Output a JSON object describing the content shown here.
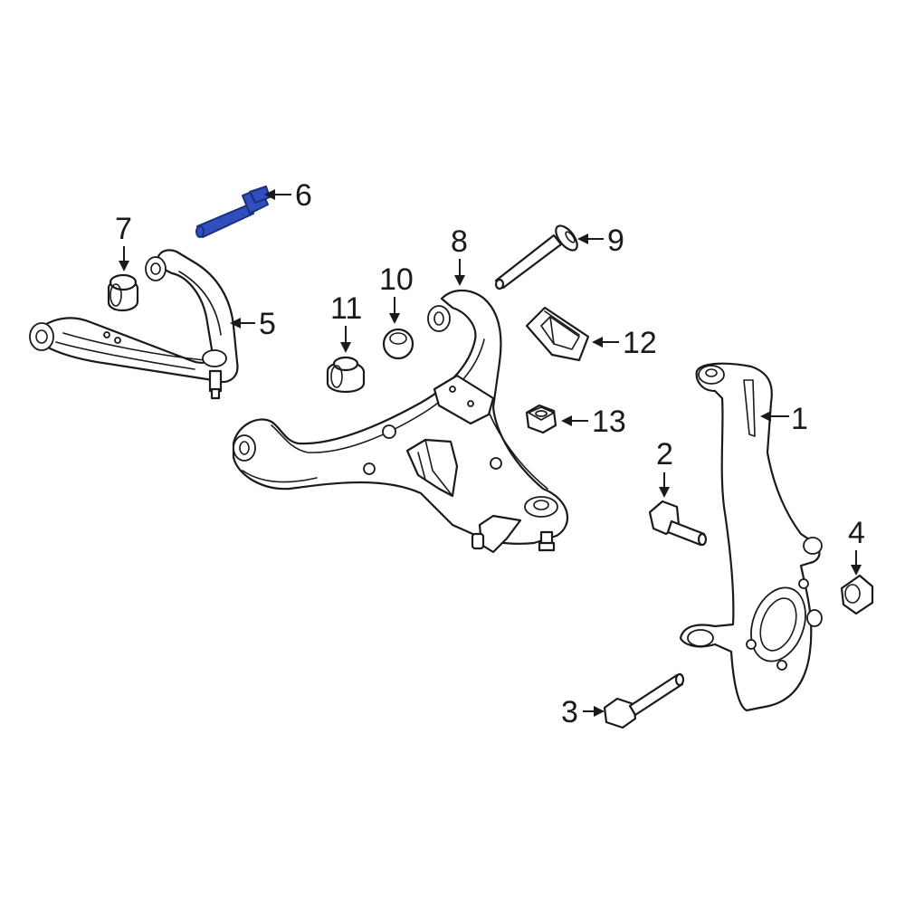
{
  "callouts": {
    "c1": "1",
    "c2": "2",
    "c3": "3",
    "c4": "4",
    "c5": "5",
    "c6": "6",
    "c7": "7",
    "c8": "8",
    "c9": "9",
    "c10": "10",
    "c11": "11",
    "c12": "12",
    "c13": "13"
  },
  "highlighted_part": "6",
  "colors": {
    "line": "#1a1a1a",
    "highlight": "#2f4fbf",
    "background": "#ffffff"
  }
}
